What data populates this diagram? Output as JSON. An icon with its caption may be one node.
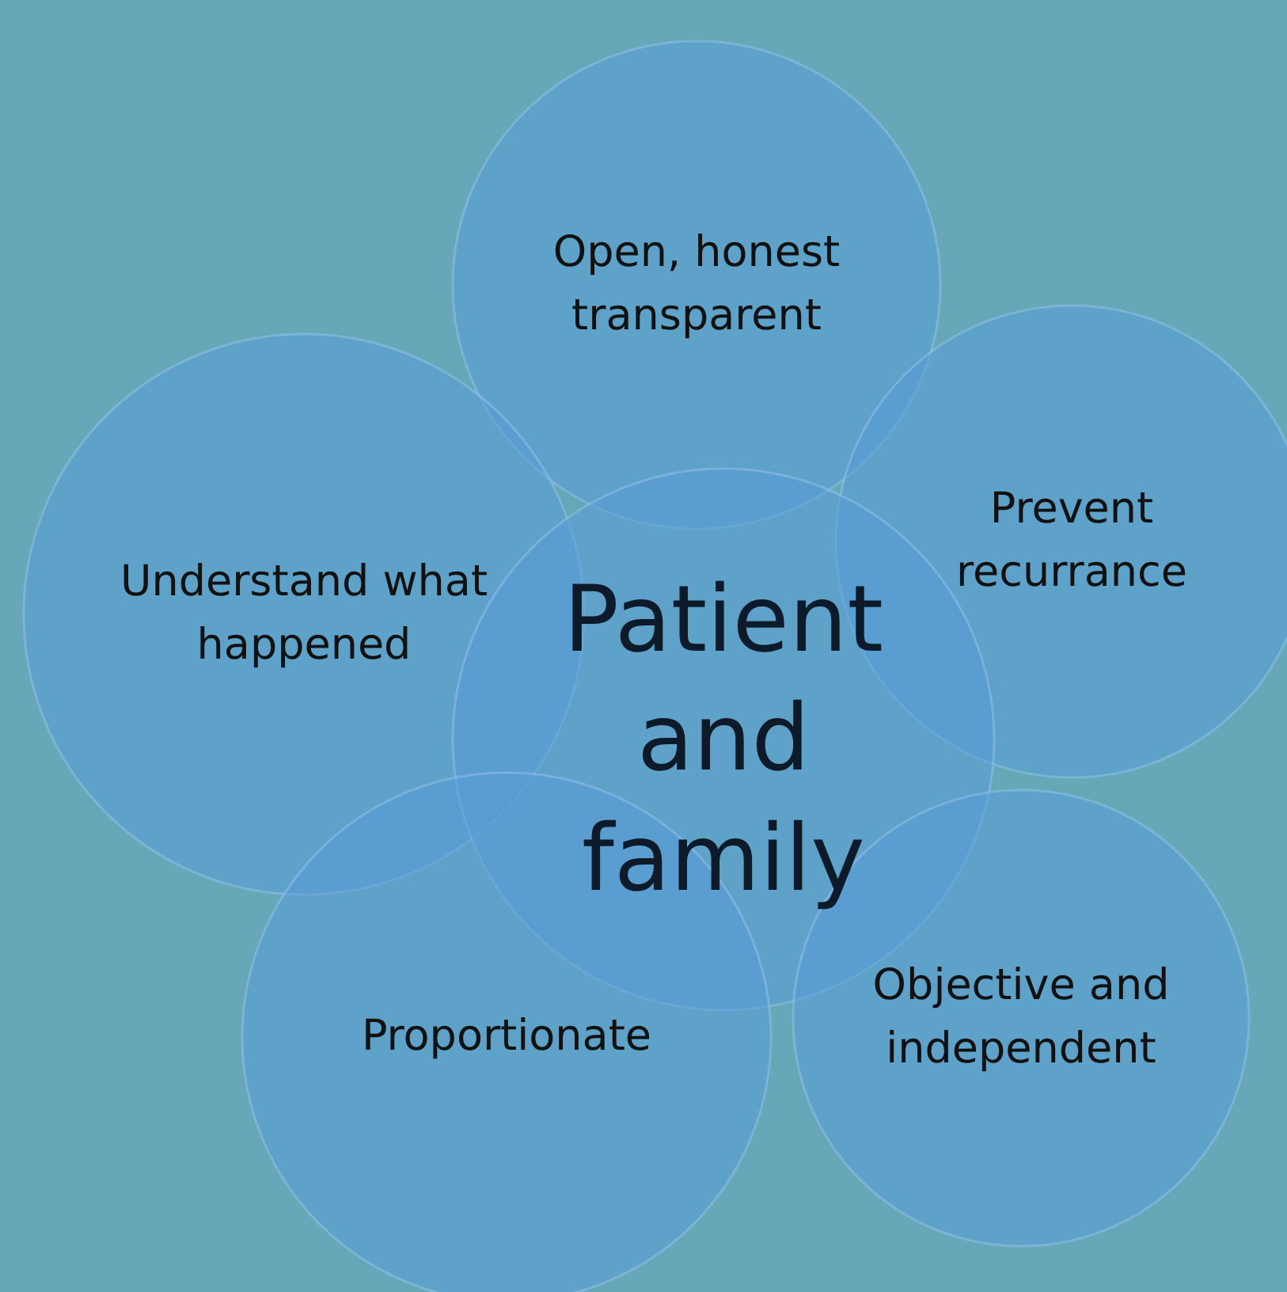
{
  "diagram": {
    "nodes": [
      {
        "text": [
          "Open, honest transparent"
        ]
      },
      {
        "text": [
          "Prevent recurrance"
        ]
      },
      {
        "text": [
          "Understand what happened"
        ]
      },
      {
        "text": [
          "Patient and family"
        ]
      },
      {
        "text": [
          "Objective and independent"
        ]
      },
      {
        "text": [
          "Proportionate"
        ]
      }
    ],
    "edges": []
  }
}
